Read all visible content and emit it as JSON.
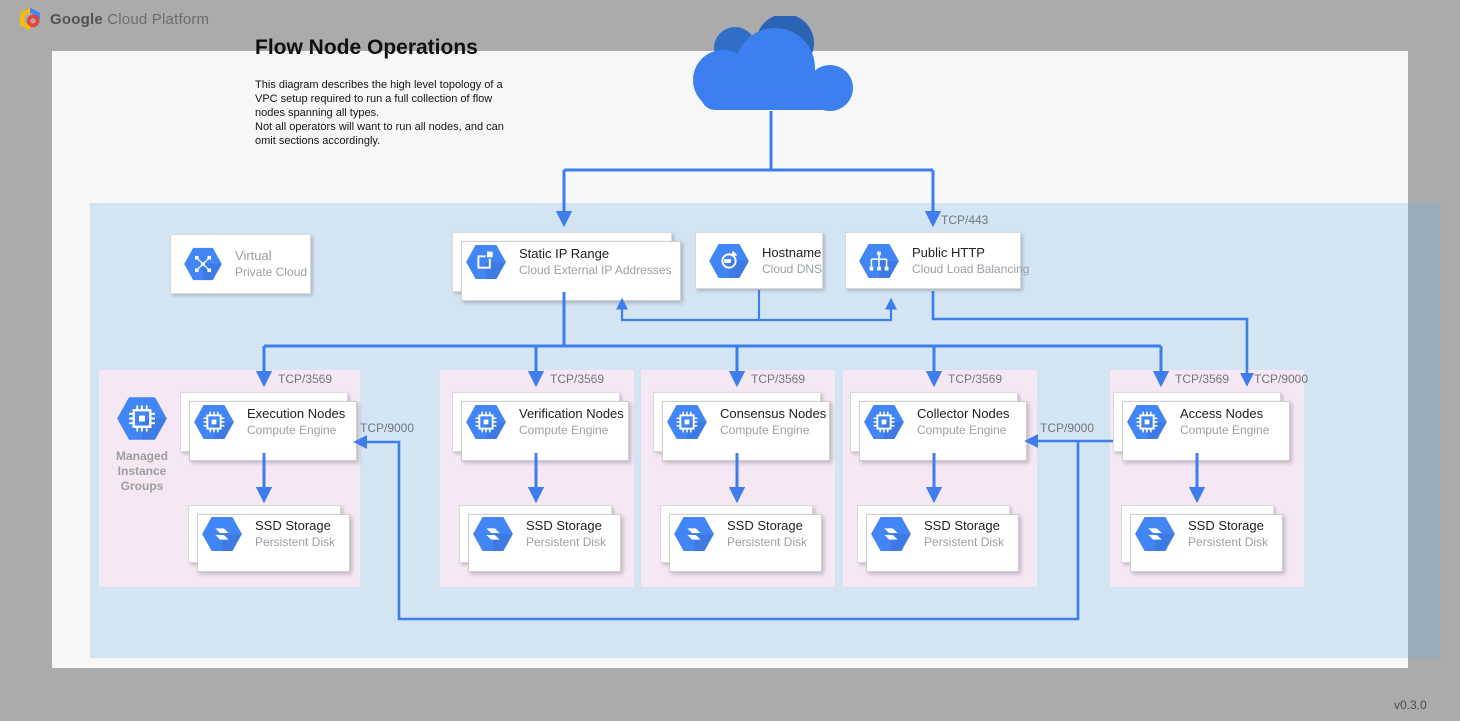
{
  "header": {
    "brand_strong": "Google",
    "brand_light": " Cloud Platform"
  },
  "canvas": {
    "title": "Flow Node Operations",
    "description": "This diagram describes the high level topology of a\nVPC setup required to run a full collection of flow\nnodes spanning all types.\nNot all operators will want to run all nodes, and can\nomit sections accordingly.",
    "version": "v0.3.0"
  },
  "services": {
    "vpc": {
      "title": "Virtual",
      "subtitle": "Private Cloud"
    },
    "static_ip": {
      "title": "Static IP Range",
      "subtitle": "Cloud External IP Addresses"
    },
    "hostname": {
      "title": "Hostname",
      "subtitle": "Cloud DNS"
    },
    "public_http": {
      "title": "Public HTTP",
      "subtitle": "Cloud Load Balancing"
    }
  },
  "mig_label": "Managed\nInstance\nGroups",
  "columns": [
    {
      "node_title": "Execution Nodes",
      "node_subtitle": "Compute Engine",
      "ssd_title": "SSD Storage",
      "ssd_subtitle": "Persistent Disk"
    },
    {
      "node_title": "Verification Nodes",
      "node_subtitle": "Compute Engine",
      "ssd_title": "SSD Storage",
      "ssd_subtitle": "Persistent Disk"
    },
    {
      "node_title": "Consensus Nodes",
      "node_subtitle": "Compute Engine",
      "ssd_title": "SSD Storage",
      "ssd_subtitle": "Persistent Disk"
    },
    {
      "node_title": "Collector Nodes",
      "node_subtitle": "Compute Engine",
      "ssd_title": "SSD Storage",
      "ssd_subtitle": "Persistent Disk"
    },
    {
      "node_title": "Access Nodes",
      "node_subtitle": "Compute Engine",
      "ssd_title": "SSD Storage",
      "ssd_subtitle": "Persistent Disk"
    }
  ],
  "ports": {
    "tcp443": "TCP/443",
    "tcp3569": "TCP/3569",
    "tcp9000": "TCP/9000"
  },
  "colors": {
    "accent_blue": "#3d7eec",
    "hexagon_blue": "#4285f4",
    "vpc_zone": "#ddeefa",
    "mig_zone": "#f5e7f4"
  }
}
